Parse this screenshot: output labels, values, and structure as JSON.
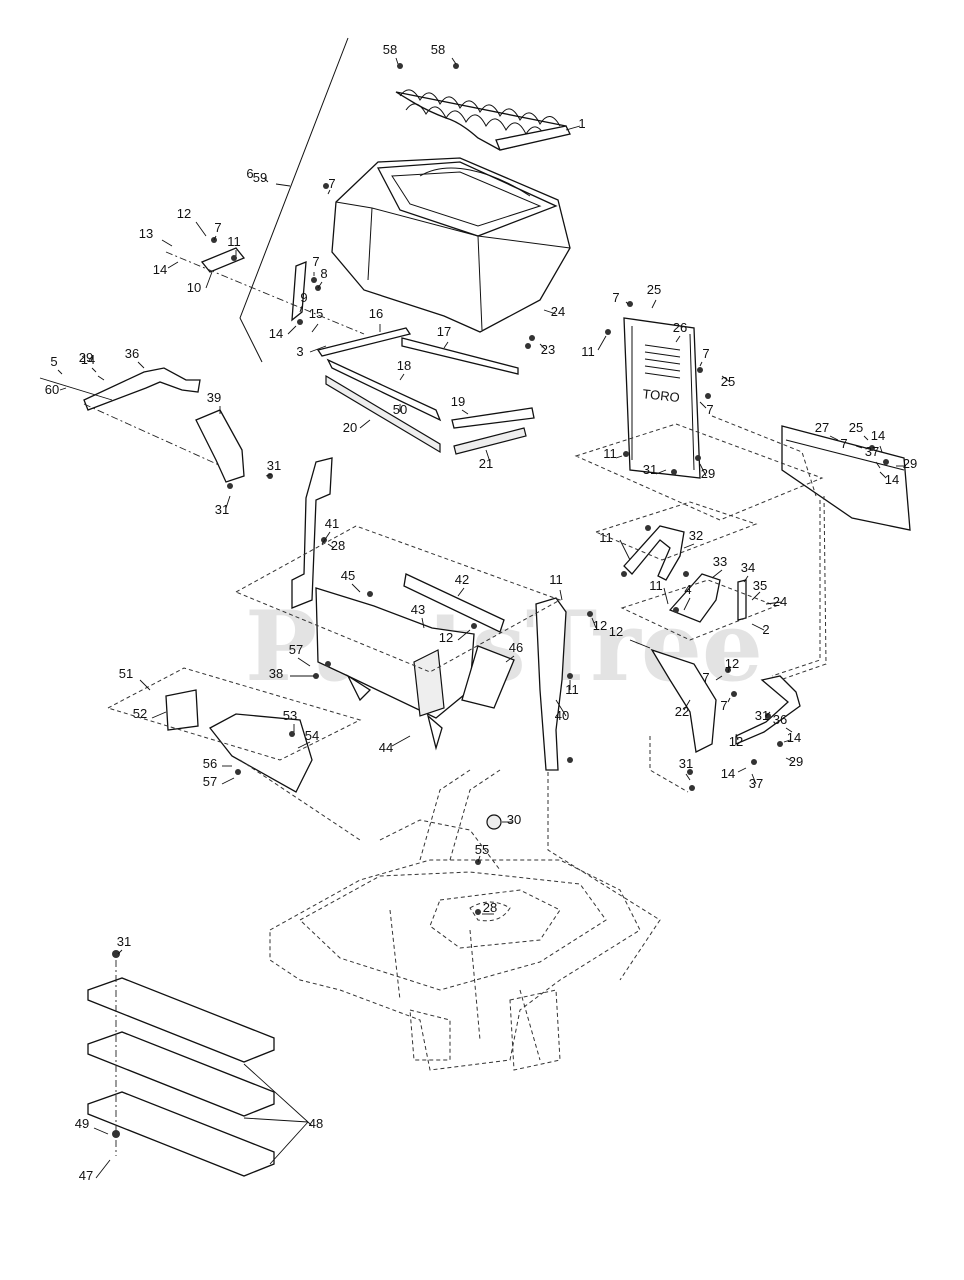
{
  "watermark": "PartsTree",
  "decal_text": "TORO",
  "callouts": [
    "1",
    "2",
    "3",
    "4",
    "5",
    "6",
    "7",
    "8",
    "9",
    "10",
    "11",
    "12",
    "13",
    "14",
    "15",
    "16",
    "17",
    "18",
    "19",
    "20",
    "21",
    "22",
    "23",
    "24",
    "25",
    "26",
    "27",
    "28",
    "29",
    "30",
    "31",
    "32",
    "33",
    "34",
    "35",
    "36",
    "37",
    "38",
    "39",
    "40",
    "41",
    "42",
    "43",
    "44",
    "45",
    "46",
    "47",
    "48",
    "49",
    "50",
    "51",
    "52",
    "53",
    "54",
    "55",
    "56",
    "57",
    "58",
    "59",
    "60"
  ]
}
